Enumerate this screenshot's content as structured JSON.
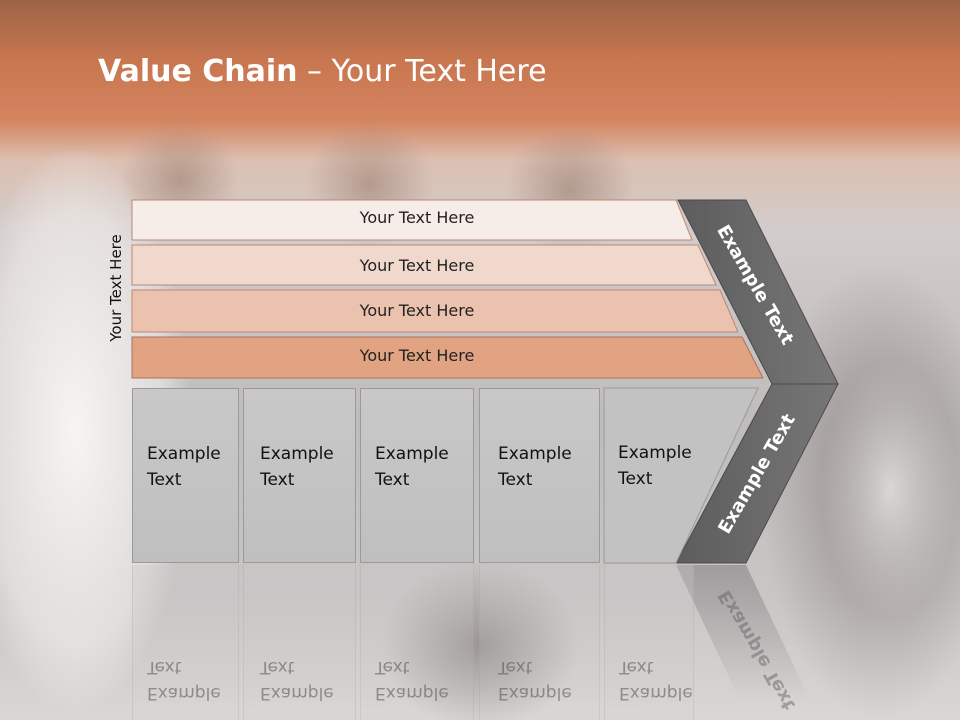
{
  "slide": {
    "title_bold": "Value Chain",
    "title_rest": " – Your Text Here",
    "vertical_label": "Your Text Here",
    "bars": [
      {
        "label": "Your Text Here",
        "color": "#f6ece8"
      },
      {
        "label": "Your Text Here",
        "color": "#f0d8cc"
      },
      {
        "label": "Your Text Here",
        "color": "#eac2ae"
      },
      {
        "label": "Your Text Here",
        "color": "#e2a383"
      }
    ],
    "columns": [
      {
        "line1": "Example",
        "line2": "Text"
      },
      {
        "line1": "Example",
        "line2": "Text"
      },
      {
        "line1": "Example",
        "line2": "Text"
      },
      {
        "line1": "Example",
        "line2": "Text"
      },
      {
        "line1": "Example",
        "line2": "Text"
      }
    ],
    "chevron_top_text": "Example Text",
    "chevron_bottom_text": "Example Text",
    "colors": {
      "header": "#d07a52",
      "chevron": "#6a6a6a",
      "column": "#c4c4c4"
    }
  }
}
